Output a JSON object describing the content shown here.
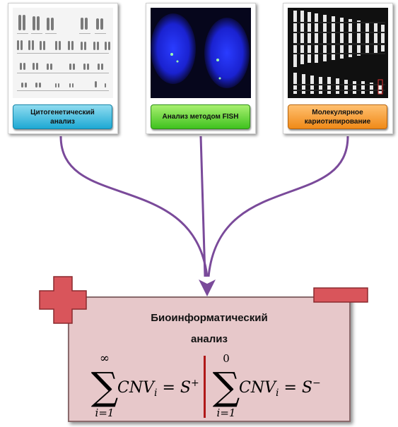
{
  "cards": [
    {
      "id": "cytogenetic",
      "label_line1": "Цитогенетический",
      "label_line2": "анализ",
      "label_color": "#1ea9d4"
    },
    {
      "id": "fish",
      "label_line1": "Анализ методом FISH",
      "label_color": "#3fc21e"
    },
    {
      "id": "molecular",
      "label_line1": "Молекулярное",
      "label_line2": "кариотипирование",
      "label_color": "#f08a18"
    }
  ],
  "main": {
    "title_line1": "Биоинформатический",
    "title_line2": "анализ",
    "formula_left": {
      "upper": "∞",
      "lower": "i=1",
      "term": "CNV",
      "sub": "i",
      "result": "S",
      "sup": "+"
    },
    "formula_right": {
      "upper": "0",
      "lower": "i=1",
      "term": "CNV",
      "sub": "i",
      "result": "S",
      "sup": "−"
    }
  },
  "colors": {
    "arrow": "#7a4a9a",
    "box": "#e7c8ca",
    "plus": "#d9555b",
    "minus": "#d9555b",
    "divider": "#b01818"
  }
}
